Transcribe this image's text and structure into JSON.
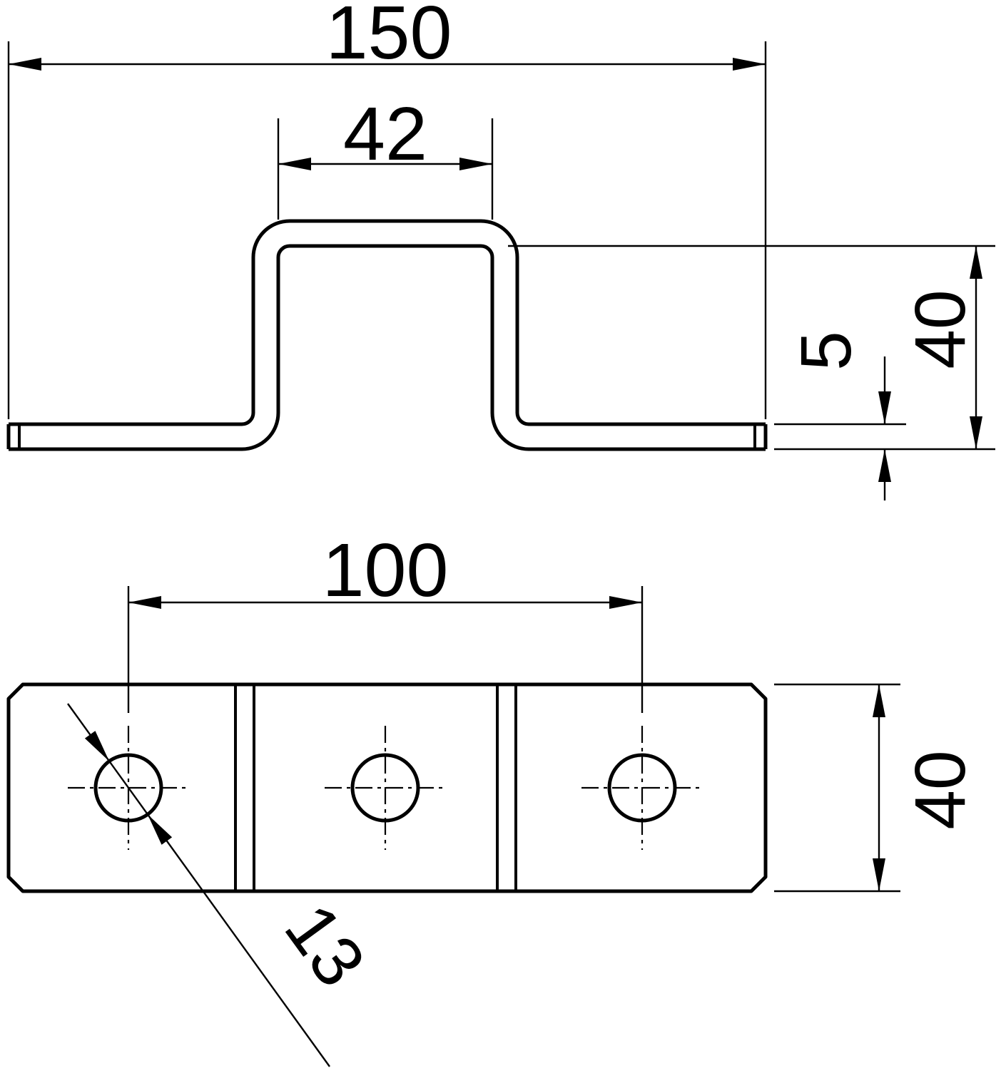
{
  "drawing": {
    "background_color": "#ffffff",
    "line_color": "#000000",
    "front_view": {
      "overall_width_label": "150",
      "crown_width_label": "42",
      "height_label": "40",
      "thickness_label": "5"
    },
    "plan_view": {
      "hole_spacing_label": "100",
      "depth_label": "40",
      "hole_diameter_label": "13"
    }
  }
}
